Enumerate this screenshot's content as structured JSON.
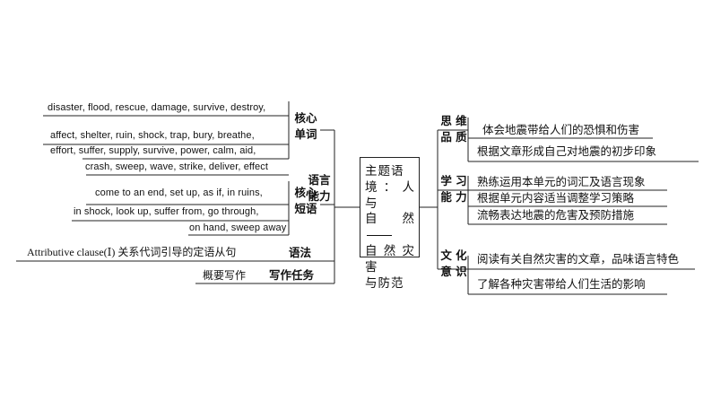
{
  "center": {
    "line1": "主题语",
    "line2": "境：人与",
    "line3": "自然",
    "line4": "自然灾害",
    "line5": "与防范"
  },
  "left": {
    "language_ability": {
      "line1": "语言",
      "line2": "能力"
    },
    "core_words": {
      "label_line1": "核心",
      "label_line2": "单词",
      "rows": [
        "disaster, flood, rescue, damage, survive, destroy,",
        "affect, shelter, ruin, shock, trap, bury, breathe,",
        "effort, suffer, supply, survive, power, calm, aid,",
        "crash, sweep, wave, strike, deliver, effect"
      ]
    },
    "core_phrases": {
      "label_line1": "核心",
      "label_line2": "短语",
      "rows": [
        "come to an end, set up, as if, in ruins,",
        "in shock, look up, suffer from, go through,",
        "on hand, sweep away"
      ]
    },
    "grammar": {
      "label": "语法",
      "text": "Attributive clause(Ⅰ) 关系代词引导的定语从句"
    },
    "writing": {
      "label": "写作任务",
      "text": "概要写作"
    }
  },
  "right": {
    "thinking": {
      "label_line1": "思 维",
      "label_line2": "品 质",
      "items": [
        "体会地震带给人们的恐惧和伤害",
        "根据文章形成自己对地震的初步印象"
      ]
    },
    "learning": {
      "label_line1": "学 习",
      "label_line2": "能 力",
      "items": [
        "熟练运用本单元的词汇及语言现象",
        "根据单元内容适当调整学习策略",
        "流畅表达地震的危害及预防措施"
      ]
    },
    "culture": {
      "label_line1": "文 化",
      "label_line2": "意 识",
      "items": [
        "阅读有关自然灾害的文章，品味语言特色",
        "了解各种灾害带给人们生活的影响"
      ]
    }
  }
}
